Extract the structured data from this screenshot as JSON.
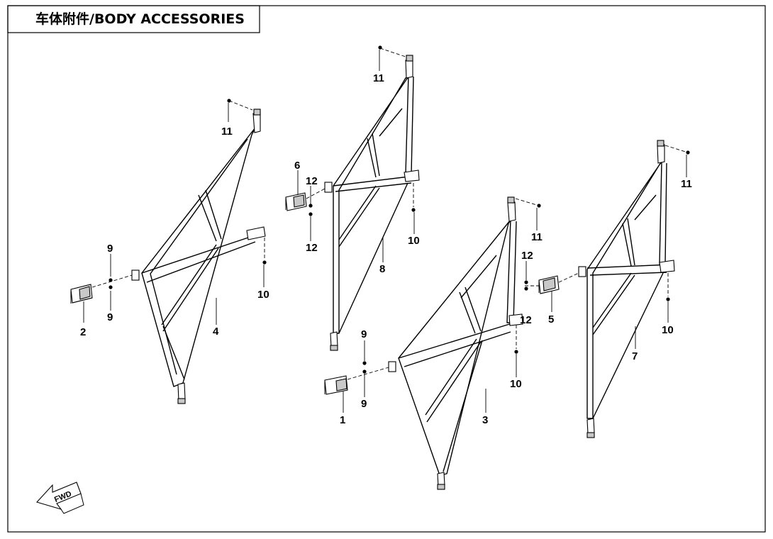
{
  "header": {
    "title": "车体附件/BODY ACCESSORIES"
  },
  "fwd_marker": {
    "label": "FWD"
  },
  "callouts": {
    "c1": "1",
    "c2": "2",
    "c3": "3",
    "c4": "4",
    "c5": "5",
    "c6": "6",
    "c7": "7",
    "c8": "8",
    "c9a": "9",
    "c9b": "9",
    "c9c": "9",
    "c9d": "9",
    "c10a": "10",
    "c10b": "10",
    "c10c": "10",
    "c10d": "10",
    "c11a": "11",
    "c11b": "11",
    "c11c": "11",
    "c11d": "11",
    "c12a": "12",
    "c12b": "12",
    "c12c": "12",
    "c12d": "12"
  }
}
